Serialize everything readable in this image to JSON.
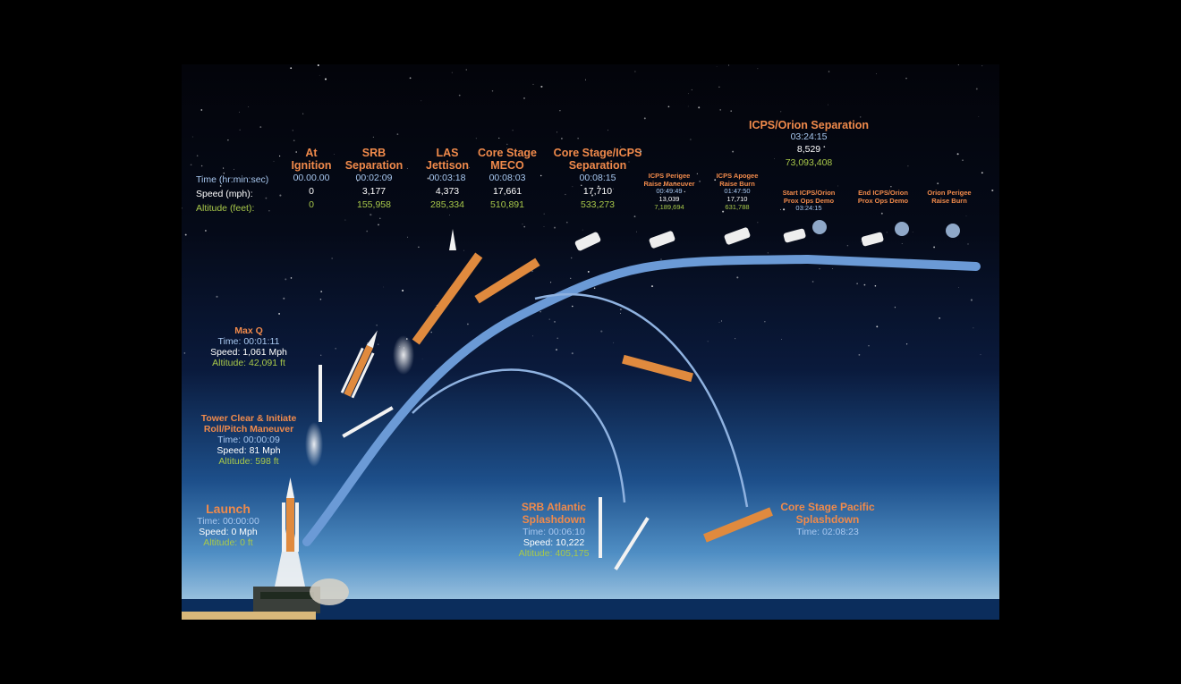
{
  "colors": {
    "label": "#f08a4b",
    "time": "#a8c8f0",
    "speed": "#ffffff",
    "altitude": "#a9c94a",
    "trajectory": "#6b9ad6"
  },
  "table": {
    "row_labels": [
      "Time (hr:min:sec)",
      "Speed (mph):",
      "Altitude (feet):"
    ],
    "columns": [
      {
        "title": "At\nIgnition",
        "time": "00.00.00",
        "speed": "0",
        "altitude": "0"
      },
      {
        "title": "SRB\nSeparation",
        "time": "00:02:09",
        "speed": "3,177",
        "altitude": "155,958"
      },
      {
        "title": "LAS\nJettison",
        "time": "00:03:18",
        "speed": "4,373",
        "altitude": "285,334"
      },
      {
        "title": "Core Stage\nMECO",
        "time": "00:08:03",
        "speed": "17,661",
        "altitude": "510,891"
      },
      {
        "title": "Core Stage/ICPS\nSeparation",
        "time": "00:08:15",
        "speed": "17,710",
        "altitude": "533,273"
      }
    ]
  },
  "orbit_events": [
    {
      "title": "ICPS Perigee\nRaise Maneuver",
      "time": "00:49:49",
      "speed": "13,039",
      "altitude": "7,189,694"
    },
    {
      "title": "ICPS Apogee\nRaise Burn",
      "time": "01:47:50",
      "speed": "17,710",
      "altitude": "631,788"
    },
    {
      "title": "Start ICPS/Orion\nProx Ops Demo",
      "time": "03:24:15"
    },
    {
      "title": "End ICPS/Orion\nProx Ops Demo"
    },
    {
      "title": "Orion Perigee\nRaise Burn"
    }
  ],
  "separation": {
    "title": "ICPS/Orion Separation",
    "time": "03:24:15",
    "speed": "8,529",
    "altitude": "73,093,408"
  },
  "max_q": {
    "title": "Max Q",
    "time": "Time: 00:01:11",
    "speed": "Speed: 1,061 Mph",
    "altitude": "Altitude: 42,091 ft"
  },
  "tower_clear": {
    "title": "Tower Clear & Initiate\nRoll/Pitch Maneuver",
    "time": "Time: 00:00:09",
    "speed": "Speed: 81 Mph",
    "altitude": "Altitude: 598 ft"
  },
  "launch": {
    "title": "Launch",
    "time": "Time: 00:00:00",
    "speed": "Speed: 0 Mph",
    "altitude": "Altitude: 0 ft"
  },
  "srb_splashdown": {
    "title": "SRB Atlantic\nSplashdown",
    "time": "Time: 00:06:10",
    "speed": "Speed: 10,222",
    "altitude": "Altitude: 405,175"
  },
  "core_splashdown": {
    "title": "Core Stage Pacific\nSplashdown",
    "time": "Time: 02:08:23"
  }
}
